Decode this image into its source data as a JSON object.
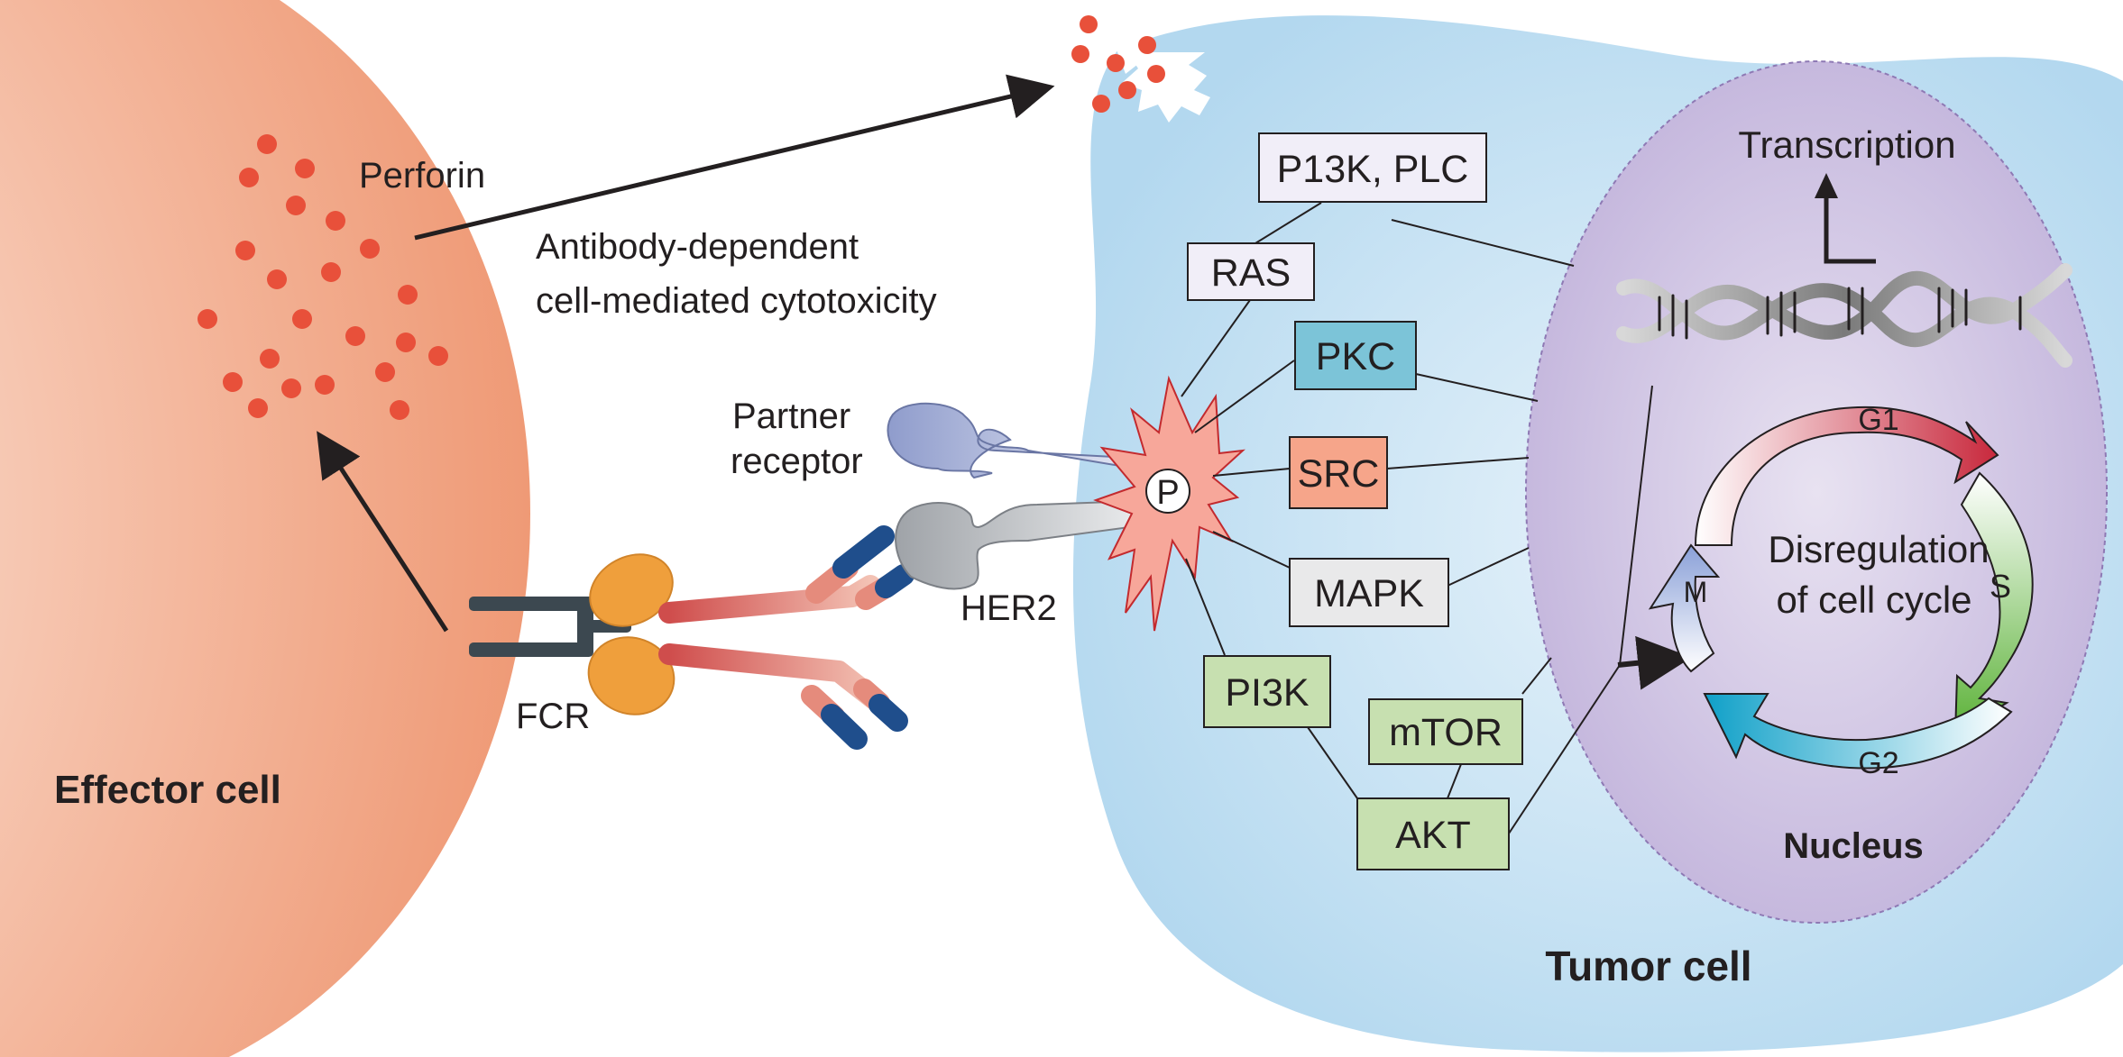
{
  "labels": {
    "perforin": "Perforin",
    "adcc_line1": "Antibody-dependent",
    "adcc_line2": "cell-mediated cytotoxicity",
    "partner_line1": "Partner",
    "partner_line2": "receptor",
    "her2": "HER2",
    "fcr": "FCR",
    "effector_cell": "Effector cell",
    "tumor_cell": "Tumor cell",
    "nucleus": "Nucleus",
    "transcription": "Transcription",
    "phospho": "P",
    "cycle_line1": "Disregulation",
    "cycle_line2": "of cell cycle"
  },
  "pathway": {
    "pi3k_plc": "P13K, PLC",
    "ras": "RAS",
    "pkc": "PKC",
    "src": "SRC",
    "mapk": "MAPK",
    "pi3k": "PI3K",
    "mtor": "mTOR",
    "akt": "AKT"
  },
  "cell_cycle": {
    "g1": "G1",
    "s": "S",
    "g2": "G2",
    "m": "M"
  },
  "colors": {
    "perforin": "#e8503a",
    "effector": "#ef9a76",
    "tumor": "#b9dcf0",
    "nucleus": "#c4b6dc",
    "fc_receptor": "#ef9f3c",
    "antibody_heavy": "#d7625e",
    "antibody_light": "#1f4e8c",
    "her2": "#bfc2c6",
    "partner": "#a9b4d8",
    "burst": "#f7a79a",
    "pi3k_plc_box": "#f1eef8",
    "ras_box": "#f1eef8",
    "pkc_box": "#7cc4d8",
    "src_box": "#f6a58a",
    "mapk_box": "#e9e9ea",
    "green_box": "#c7e0b0"
  }
}
